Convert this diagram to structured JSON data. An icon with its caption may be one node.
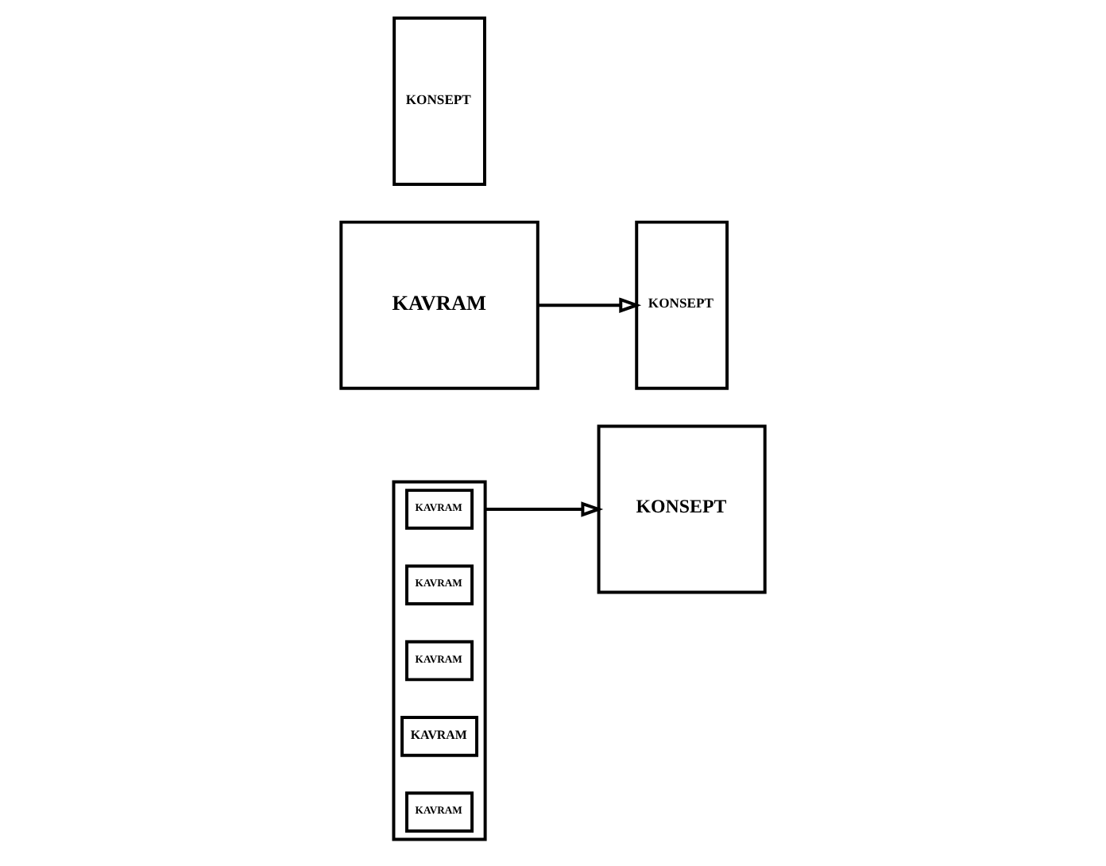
{
  "diagram": {
    "nodes": [
      {
        "text": [],
        "shape": "box"
      },
      {
        "text": [
          "KAVRAM"
        ],
        "in": 0
      },
      {
        "text": [
          "KAVRAM"
        ],
        "in": 0
      },
      {
        "text": [
          "KAVRAM"
        ],
        "in": 0
      },
      {
        "text": [
          "KAVRAM"
        ],
        "in": 0
      },
      {
        "text": [
          "KAVRAM"
        ],
        "in": 0
      },
      {
        "text": [
          "KONSEPT"
        ]
      },
      {
        "text": [
          "KAVRAM"
        ]
      },
      {
        "text": [
          "KONSEPT"
        ]
      },
      {
        "text": [
          "KONSEPT"
        ]
      }
    ],
    "edges": [
      {
        "from": 0,
        "to": 6,
        "arrow": "to"
      },
      {
        "from": 7,
        "to": 8,
        "arrow": "to"
      }
    ]
  }
}
